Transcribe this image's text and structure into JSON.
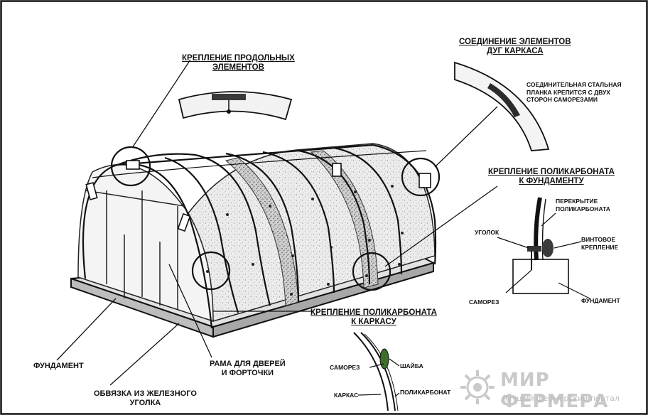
{
  "labels": {
    "longitudinal": "КРЕПЛЕНИЕ ПРОДОЛЬНЫХ\nЭЛЕМЕНТОВ",
    "arc_joint_title": "СОЕДИНЕНИЕ ЭЛЕМЕНТОВ\nДУГ КАРКАСА",
    "arc_joint_note": "СОЕДИНИТЕЛЬНАЯ СТАЛЬНАЯ\nПЛАНКА КРЕПИТСЯ С ДВУХ\nСТОРОН САМОРЕЗАМИ",
    "foundation_fix_title": "КРЕПЛЕНИЕ ПОЛИКАРБОНАТА\nК ФУНДАМЕНТУ",
    "overlap": "ПЕРЕКРЫТИЕ\nПОЛИКАРБОНАТА",
    "corner": "УГОЛОК",
    "screw_fix": "ВИНТОВОЕ\nКРЕПЛЕНИЕ",
    "screw": "САМОРЕЗ",
    "foundation_small": "ФУНДАМЕНТ",
    "frame_fix_title": "КРЕПЛЕНИЕ ПОЛИКАРБОНАТА\nК КАРКАСУ",
    "screw2": "САМОРЕЗ",
    "washer": "ШАЙБА",
    "frame": "КАРКАС",
    "polycarbonate": "ПОЛИКАРБОНАТ",
    "foundation_main": "ФУНДАМЕНТ",
    "door_frame": "РАМА ДЛЯ ДВЕРЕЙ\nИ ФОРТОЧКИ",
    "iron_binding": "ОБВЯЗКА ИЗ ЖЕЛЕЗНОГО\nУГОЛКА"
  },
  "watermark": {
    "title": "МИР ФЕРМЕРА",
    "subtitle": "Лучший фермерский портал"
  },
  "colors": {
    "ink": "#111111",
    "washer": "#3f6e2a",
    "watermark": "#c9c9c9"
  }
}
